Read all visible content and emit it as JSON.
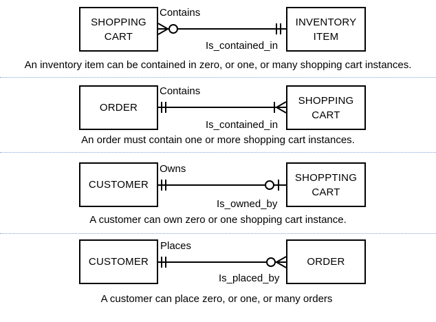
{
  "relationships": [
    {
      "left_entity": "SHOPPING\nCART",
      "right_entity": "INVENTORY\nITEM",
      "verb": "Contains",
      "inverse_verb": "Is_contained_in",
      "left_cardinality": "zero-or-many",
      "right_cardinality": "one-and-only-one",
      "caption": "An inventory item can be contained in zero, or one, or many shopping cart instances."
    },
    {
      "left_entity": "ORDER",
      "right_entity": "SHOPPING\nCART",
      "verb": "Contains",
      "inverse_verb": "Is_contained_in",
      "left_cardinality": "one-and-only-one",
      "right_cardinality": "one-or-many",
      "caption": "An order must contain one or more shopping cart instances."
    },
    {
      "left_entity": "CUSTOMER",
      "right_entity": "SHOPPTING\nCART",
      "verb": "Owns",
      "inverse_verb": "Is_owned_by",
      "left_cardinality": "one-and-only-one",
      "right_cardinality": "zero-or-one",
      "caption": "A customer can own zero or one shopping cart instance."
    },
    {
      "left_entity": "CUSTOMER",
      "right_entity": "ORDER",
      "verb": "Places",
      "inverse_verb": "Is_placed_by",
      "left_cardinality": "one-and-only-one",
      "right_cardinality": "zero-or-many",
      "caption": "A customer can place zero, or one, or many orders"
    }
  ],
  "colors": {
    "line": "#000000",
    "divider": "#7fa1d6",
    "background": "#ffffff"
  }
}
